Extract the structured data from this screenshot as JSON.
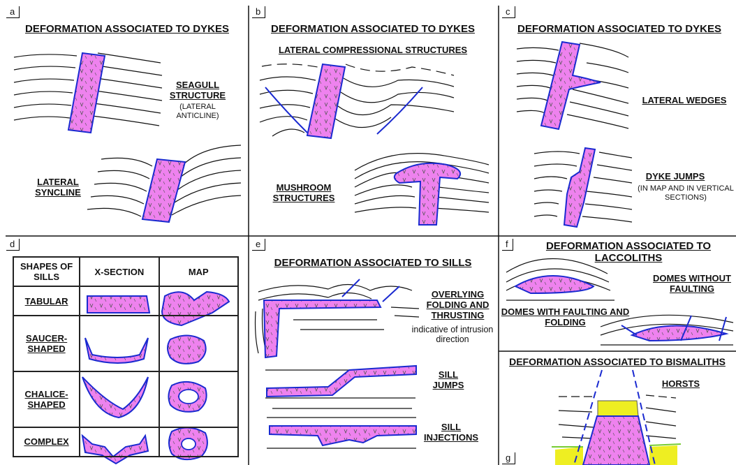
{
  "panels": {
    "a": {
      "tag": "a",
      "title": "DEFORMATION ASSOCIATED TO DYKES",
      "seagull": "SEAGULL STRUCTURE",
      "seagull_sub": "(LATERAL ANTICLINE)",
      "syncline": "LATERAL SYNCLINE"
    },
    "b": {
      "tag": "b",
      "title": "DEFORMATION ASSOCIATED TO DYKES",
      "subtitle": "LATERAL COMPRESSIONAL STRUCTURES",
      "mushroom": "MUSHROOM STRUCTURES"
    },
    "c": {
      "tag": "c",
      "title": "DEFORMATION ASSOCIATED TO DYKES",
      "wedges": "LATERAL WEDGES",
      "jumps": "DYKE JUMPS",
      "jumps_sub": "(IN MAP AND IN VERTICAL SECTIONS)"
    },
    "d": {
      "tag": "d",
      "headers": [
        "SHAPES OF SILLS",
        "X-SECTION",
        "MAP"
      ],
      "rows": [
        "TABULAR",
        "SAUCER-SHAPED",
        "CHALICE-SHAPED",
        "COMPLEX"
      ]
    },
    "e": {
      "tag": "e",
      "title": "DEFORMATION ASSOCIATED TO SILLS",
      "overlying": "OVERLYING FOLDING AND THRUSTING",
      "overlying_sub": "indicative of intrusion direction",
      "sill_jumps": "SILL JUMPS",
      "sill_injections": "SILL INJECTIONS"
    },
    "f": {
      "tag": "f",
      "title": "DEFORMATION ASSOCIATED TO LACCOLITHS",
      "domes_no_fault": "DOMES WITHOUT FAULTING",
      "domes_fault": "DOMES WITH FAULTING AND FOLDING"
    },
    "g": {
      "tag": "g",
      "title": "DEFORMATION ASSOCIATED TO BISMALITHS",
      "horsts": "HORSTS"
    }
  },
  "colors": {
    "magma": "#ee82ee",
    "outline": "#1a2ad0",
    "sediment": "#eeee22",
    "green": "#77cc33",
    "line": "#111111"
  }
}
